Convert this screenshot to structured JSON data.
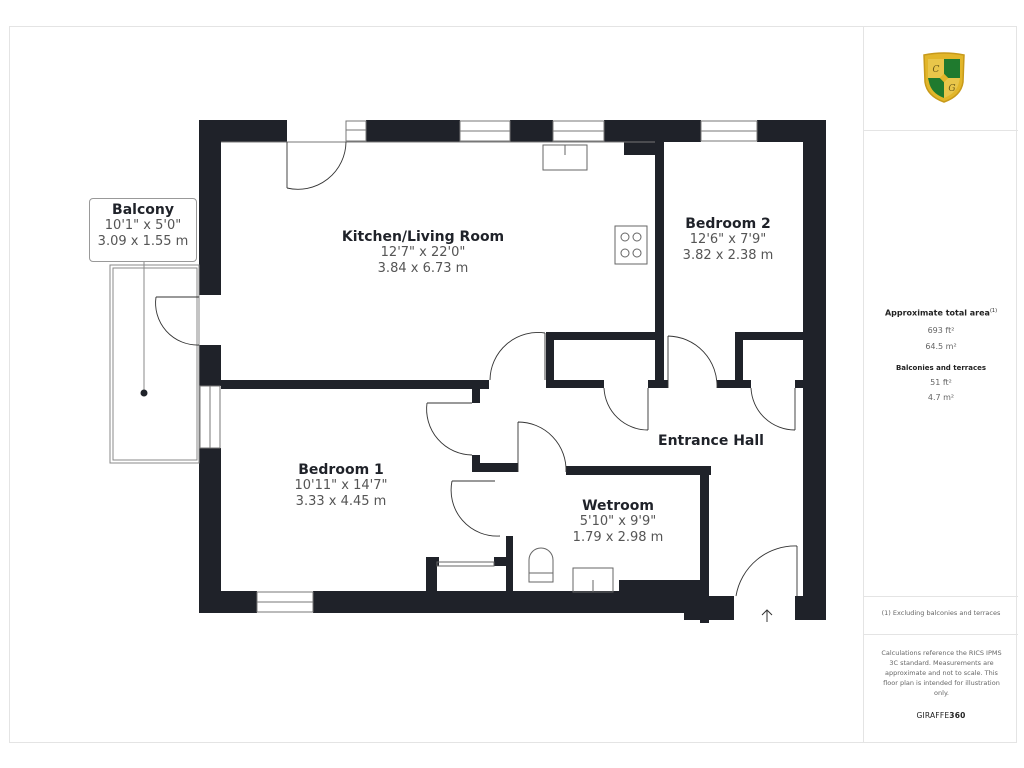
{
  "plan": {
    "rooms": [
      {
        "id": "balcony",
        "name": "Balcony",
        "imperial": "10'1\" x 5'0\"",
        "metric": "3.09 x 1.55 m"
      },
      {
        "id": "kitchen_living",
        "name": "Kitchen/Living Room",
        "imperial": "12'7\" x 22'0\"",
        "metric": "3.84 x 6.73 m"
      },
      {
        "id": "bedroom2",
        "name": "Bedroom 2",
        "imperial": "12'6\" x 7'9\"",
        "metric": "3.82 x 2.38 m"
      },
      {
        "id": "entrance_hall",
        "name": "Entrance Hall"
      },
      {
        "id": "bedroom1",
        "name": "Bedroom 1",
        "imperial": "10'11\" x 14'7\"",
        "metric": "3.33 x 4.45 m"
      },
      {
        "id": "wetroom",
        "name": "Wetroom",
        "imperial": "5'10\" x 9'9\"",
        "metric": "1.79 x 2.98 m"
      }
    ],
    "wall_color": "#1f2229",
    "entrance_arrow": "↑"
  },
  "sidebar": {
    "logo": {
      "icon": "shield-crest-icon",
      "letters": [
        "C",
        "G"
      ],
      "colors": {
        "gold": "#e2b62a",
        "green": "#1f7a2e"
      }
    },
    "total_area": {
      "title": "Approximate total area",
      "note_marker": "(1)",
      "sqft": "693 ft²",
      "sqm": "64.5 m²"
    },
    "balconies": {
      "title": "Balconies and terraces",
      "sqft": "51 ft²",
      "sqm": "4.7 m²"
    },
    "footnote": "(1) Excluding balconies and terraces",
    "disclaimer": "Calculations reference the RICS IPMS 3C standard. Measurements are approximate and not to scale. This floor plan is intended for illustration only.",
    "brand": {
      "prefix": "GIRAFFE",
      "suffix": "360"
    }
  }
}
